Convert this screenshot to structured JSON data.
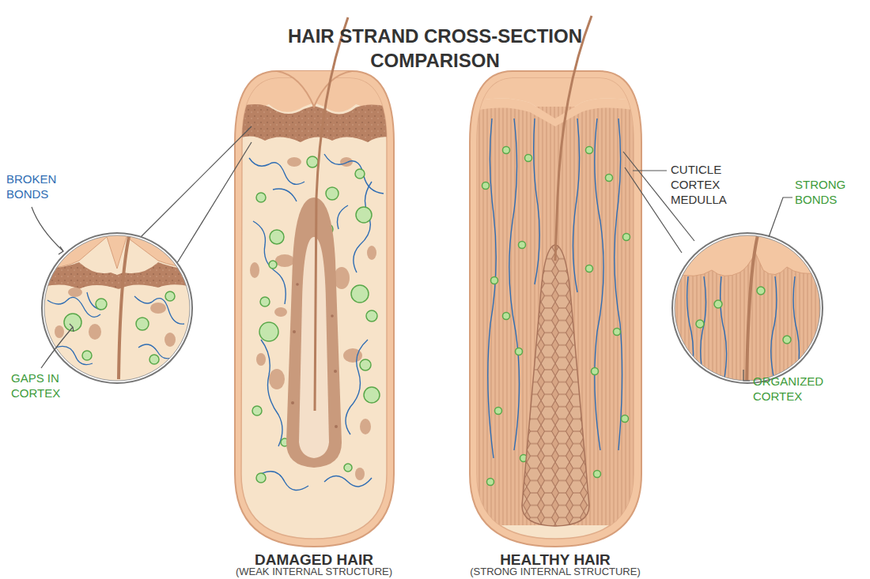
{
  "diagram": {
    "title": "HAIR STRAND CROSS-SECTION COMPARISON",
    "labels": [
      "BROKEN BONDS",
      "GAPS IN CORTEX",
      "CUTICLE",
      "CORTEX",
      "MEDULLA",
      "STRONG BONDS",
      "ORGANIZED CORTEX",
      "DAMAGED HAIR",
      "(WEAK INTERNAL STRUCTURE)",
      "HEALTHY HAIR",
      "(STRONG INTERNAL STRUCTURE)"
    ]
  }
}
